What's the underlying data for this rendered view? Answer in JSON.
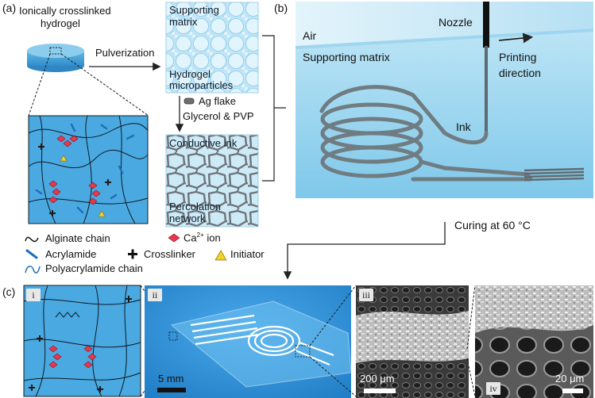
{
  "panel_a": {
    "label": "(a)",
    "hydrogel_title_1": "Ionically crosslinked",
    "hydrogel_title_2": "hydrogel",
    "pulverization": "Pulverization",
    "supporting_matrix_1": "Supporting",
    "supporting_matrix_2": "matrix",
    "microparticles_1": "Hydrogel",
    "microparticles_2": "microparticles",
    "ag_flake": "Ag flake",
    "glycerol_pvp": "Glycerol & PVP",
    "conductive_ink": "Conductive ink",
    "percolation_1": "Percolation",
    "percolation_2": "network"
  },
  "legend": {
    "alginate": "Alginate chain",
    "ca_ion_prefix": "Ca",
    "ca_ion_sup": "2+",
    "ca_ion_suffix": " ion",
    "acrylamide": "Acrylamide",
    "crosslinker": "Crosslinker",
    "initiator": "Initiator",
    "polyacrylamide": "Polyacrylamide chain"
  },
  "panel_b": {
    "label": "(b)",
    "air": "Air",
    "nozzle": "Nozzle",
    "supporting_matrix": "Supporting matrix",
    "printing_1": "Printing",
    "printing_2": "direction",
    "ink": "Ink"
  },
  "curing": "Curing at 60 °C",
  "panel_c": {
    "label": "(c)",
    "sub_i": "i",
    "sub_ii": "ii",
    "sub_iii": "iii",
    "sub_iv": "iv",
    "scale_ii": "5 mm",
    "scale_iii": "200 μm",
    "scale_iv": "20 μm"
  },
  "colors": {
    "hydrogel_blue": "#3fa3dc",
    "matrix_blue": "#aedcf4",
    "ca_ion_red": "#e8384f",
    "initiator_yellow": "#f2d129",
    "acrylamide_blue": "#1f6fb8",
    "ink_gray": "#7d8a90",
    "photo_blue": "#2b8fd6"
  }
}
